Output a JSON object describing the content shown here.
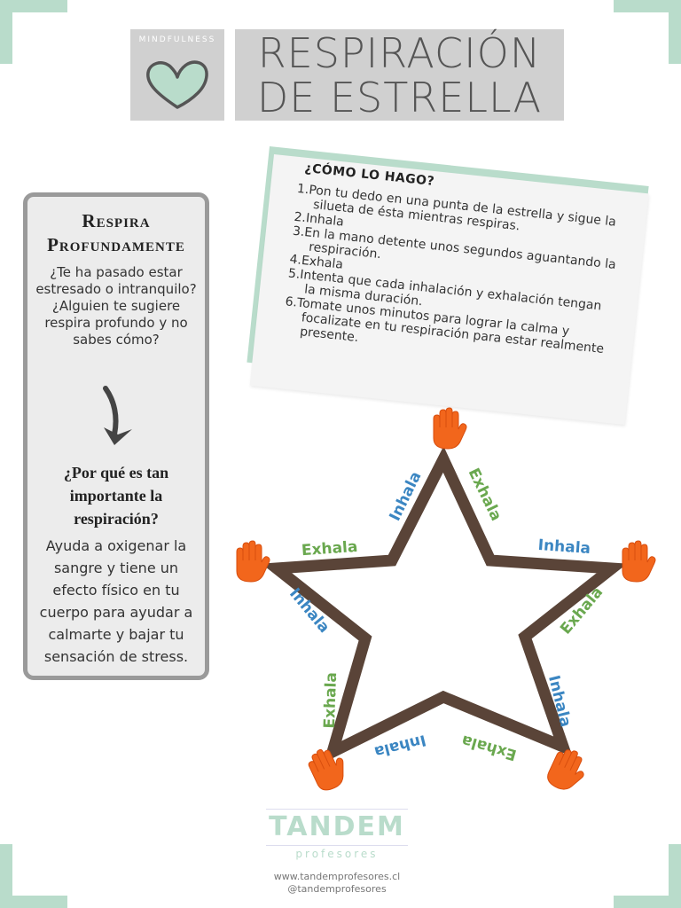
{
  "header": {
    "logo_text": "MINDFULNESS",
    "title_line1": "RESPIRACIÓN",
    "title_line2": "DE ESTRELLA"
  },
  "left_panel": {
    "heading1_line1": "Respira",
    "heading1_line2": "Profundamente",
    "text1": "¿Te ha pasado estar estresado o intranquilo? ¿Alguien te sugiere respira profundo y no sabes cómo?",
    "heading2_line1": "¿Por qué es tan",
    "heading2_line2": "importante la",
    "heading2_line3": "respiración?",
    "text2": "Ayuda a oxigenar la sangre y tiene un efecto físico en tu cuerpo para ayudar a calmarte y bajar tu sensación de stress."
  },
  "howto": {
    "title": "¿CÓMO LO HAGO?",
    "steps": [
      "1.Pon tu dedo en una punta de la estrella y sigue la silueta de ésta mientras respiras.",
      "2.Inhala",
      "3.En la mano detente unos segundos aguantando la respiración.",
      "4.Exhala",
      "5.Intenta que cada inhalación y exhalación tengan la misma duración.",
      "6.Tomate unos minutos para lograr la calma y focalizate en tu respiración para estar realmente presente."
    ]
  },
  "star": {
    "inhale": "Inhala",
    "exhale": "Exhala"
  },
  "footer": {
    "brand": "TANDEM",
    "brand_sub": "profesores",
    "website": "www.tandemprofesores.cl",
    "social": "@tandemprofesores"
  },
  "colors": {
    "accent": "#b9dccb",
    "inhale": "#3b86c2",
    "exhale": "#6aa84f",
    "hand": "#f2661c",
    "star_outline": "#5a4438"
  }
}
